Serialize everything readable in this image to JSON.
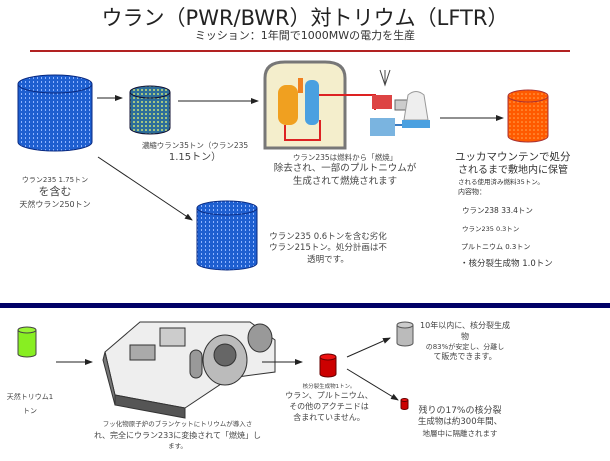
{
  "header": {
    "title": "ウラン（PWR/BWR）対トリウム（LFTR）",
    "subtitle": "ミッション：1年間で1000MWの電力を生産"
  },
  "uranium": {
    "natural": {
      "line1": "ウラン235 1.75トン",
      "line2": "を含む",
      "line3": "天然ウラン250トン"
    },
    "enriched": {
      "line1": "濃縮ウラン35トン（ウラン235",
      "line2": "1.15トン）"
    },
    "reactor": {
      "line1": "ウラン235は燃料から「燃焼」",
      "line2": "除去され、一部のプルトニウムが",
      "line3": "生成されて燃焼されます"
    },
    "depleted": {
      "line1": "ウラン235 0.6トンを含む劣化",
      "line2": "ウラン215トン。処分計画は不",
      "line3": "透明です。"
    },
    "spent": {
      "line1": "ユッカマウンテンで処分",
      "line2": "されるまで敷地内に保管",
      "line3": "される使用済み燃料35トン。",
      "contents_label": "内容物：",
      "items": [
        "ウラン238 33.4トン",
        "ウラン235 0.3トン",
        "プルトニウム 0.3トン",
        "・核分裂生成物 1.0トン"
      ]
    }
  },
  "thorium": {
    "natural": {
      "line1": "天然トリウム1",
      "line2": "トン"
    },
    "reactor": {
      "line1": "フッ化物原子炉のブランケットにトリウムが導入さ",
      "line2": "れ、完全にウラン233に変換されて「燃焼」し",
      "line3": "ます。"
    },
    "fission": {
      "line1": "核分裂生成物1トン。",
      "line2": "ウラン、プルトニウム、",
      "line3": "その他のアクチニドは",
      "line4": "含まれていません。"
    },
    "stable": {
      "line1": "10年以内に、核分裂生成物",
      "line2": "の83%が安定し、分離し",
      "line3": "て販売できます。"
    },
    "isolated": {
      "line1": "残りの17%の核分裂",
      "line2": "生成物は約300年間、",
      "line3": "地層中に隔離されます"
    }
  },
  "colors": {
    "title_rule": "#b22222",
    "section_divider": "#000066",
    "uranium_blue": "#1e5fd0",
    "spent_orange": "#ff5a00",
    "thorium_green": "#88ee22",
    "fission_red": "#cc0000",
    "stable_gray": "#bbbbbb"
  }
}
